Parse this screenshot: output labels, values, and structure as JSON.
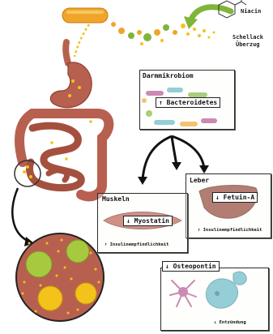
{
  "labels": {
    "niacin": "Niacin",
    "shellac_line1": "Schellack",
    "shellac_line2": "Überzug"
  },
  "microbiome": {
    "title": "Darmmikrobiom",
    "tag": "↑ Bacteroidetes"
  },
  "liver": {
    "title": "Leber",
    "tag": "↓ Fetuin-A",
    "footer": "↑ Insulinempfindlichkeit"
  },
  "muscle": {
    "title": "Muskeln",
    "tag": "↓ Myostatin",
    "footer": "↑ Insulinempfindlichkeit"
  },
  "fat": {
    "tag": "↓ Osteopontin",
    "footer": "↓ Entzündung"
  },
  "colors": {
    "intestine": "#b8604f",
    "intestine_dark": "#8e3f33",
    "capsule": "#f0a52a",
    "niacin_green": "#7fb53a",
    "dots": "#f3c21b",
    "liver": "#8b3a2c",
    "muscle": "#b7584a",
    "macrophage_purple": "#b04d8f",
    "cell_teal": "#5fb5c5"
  }
}
